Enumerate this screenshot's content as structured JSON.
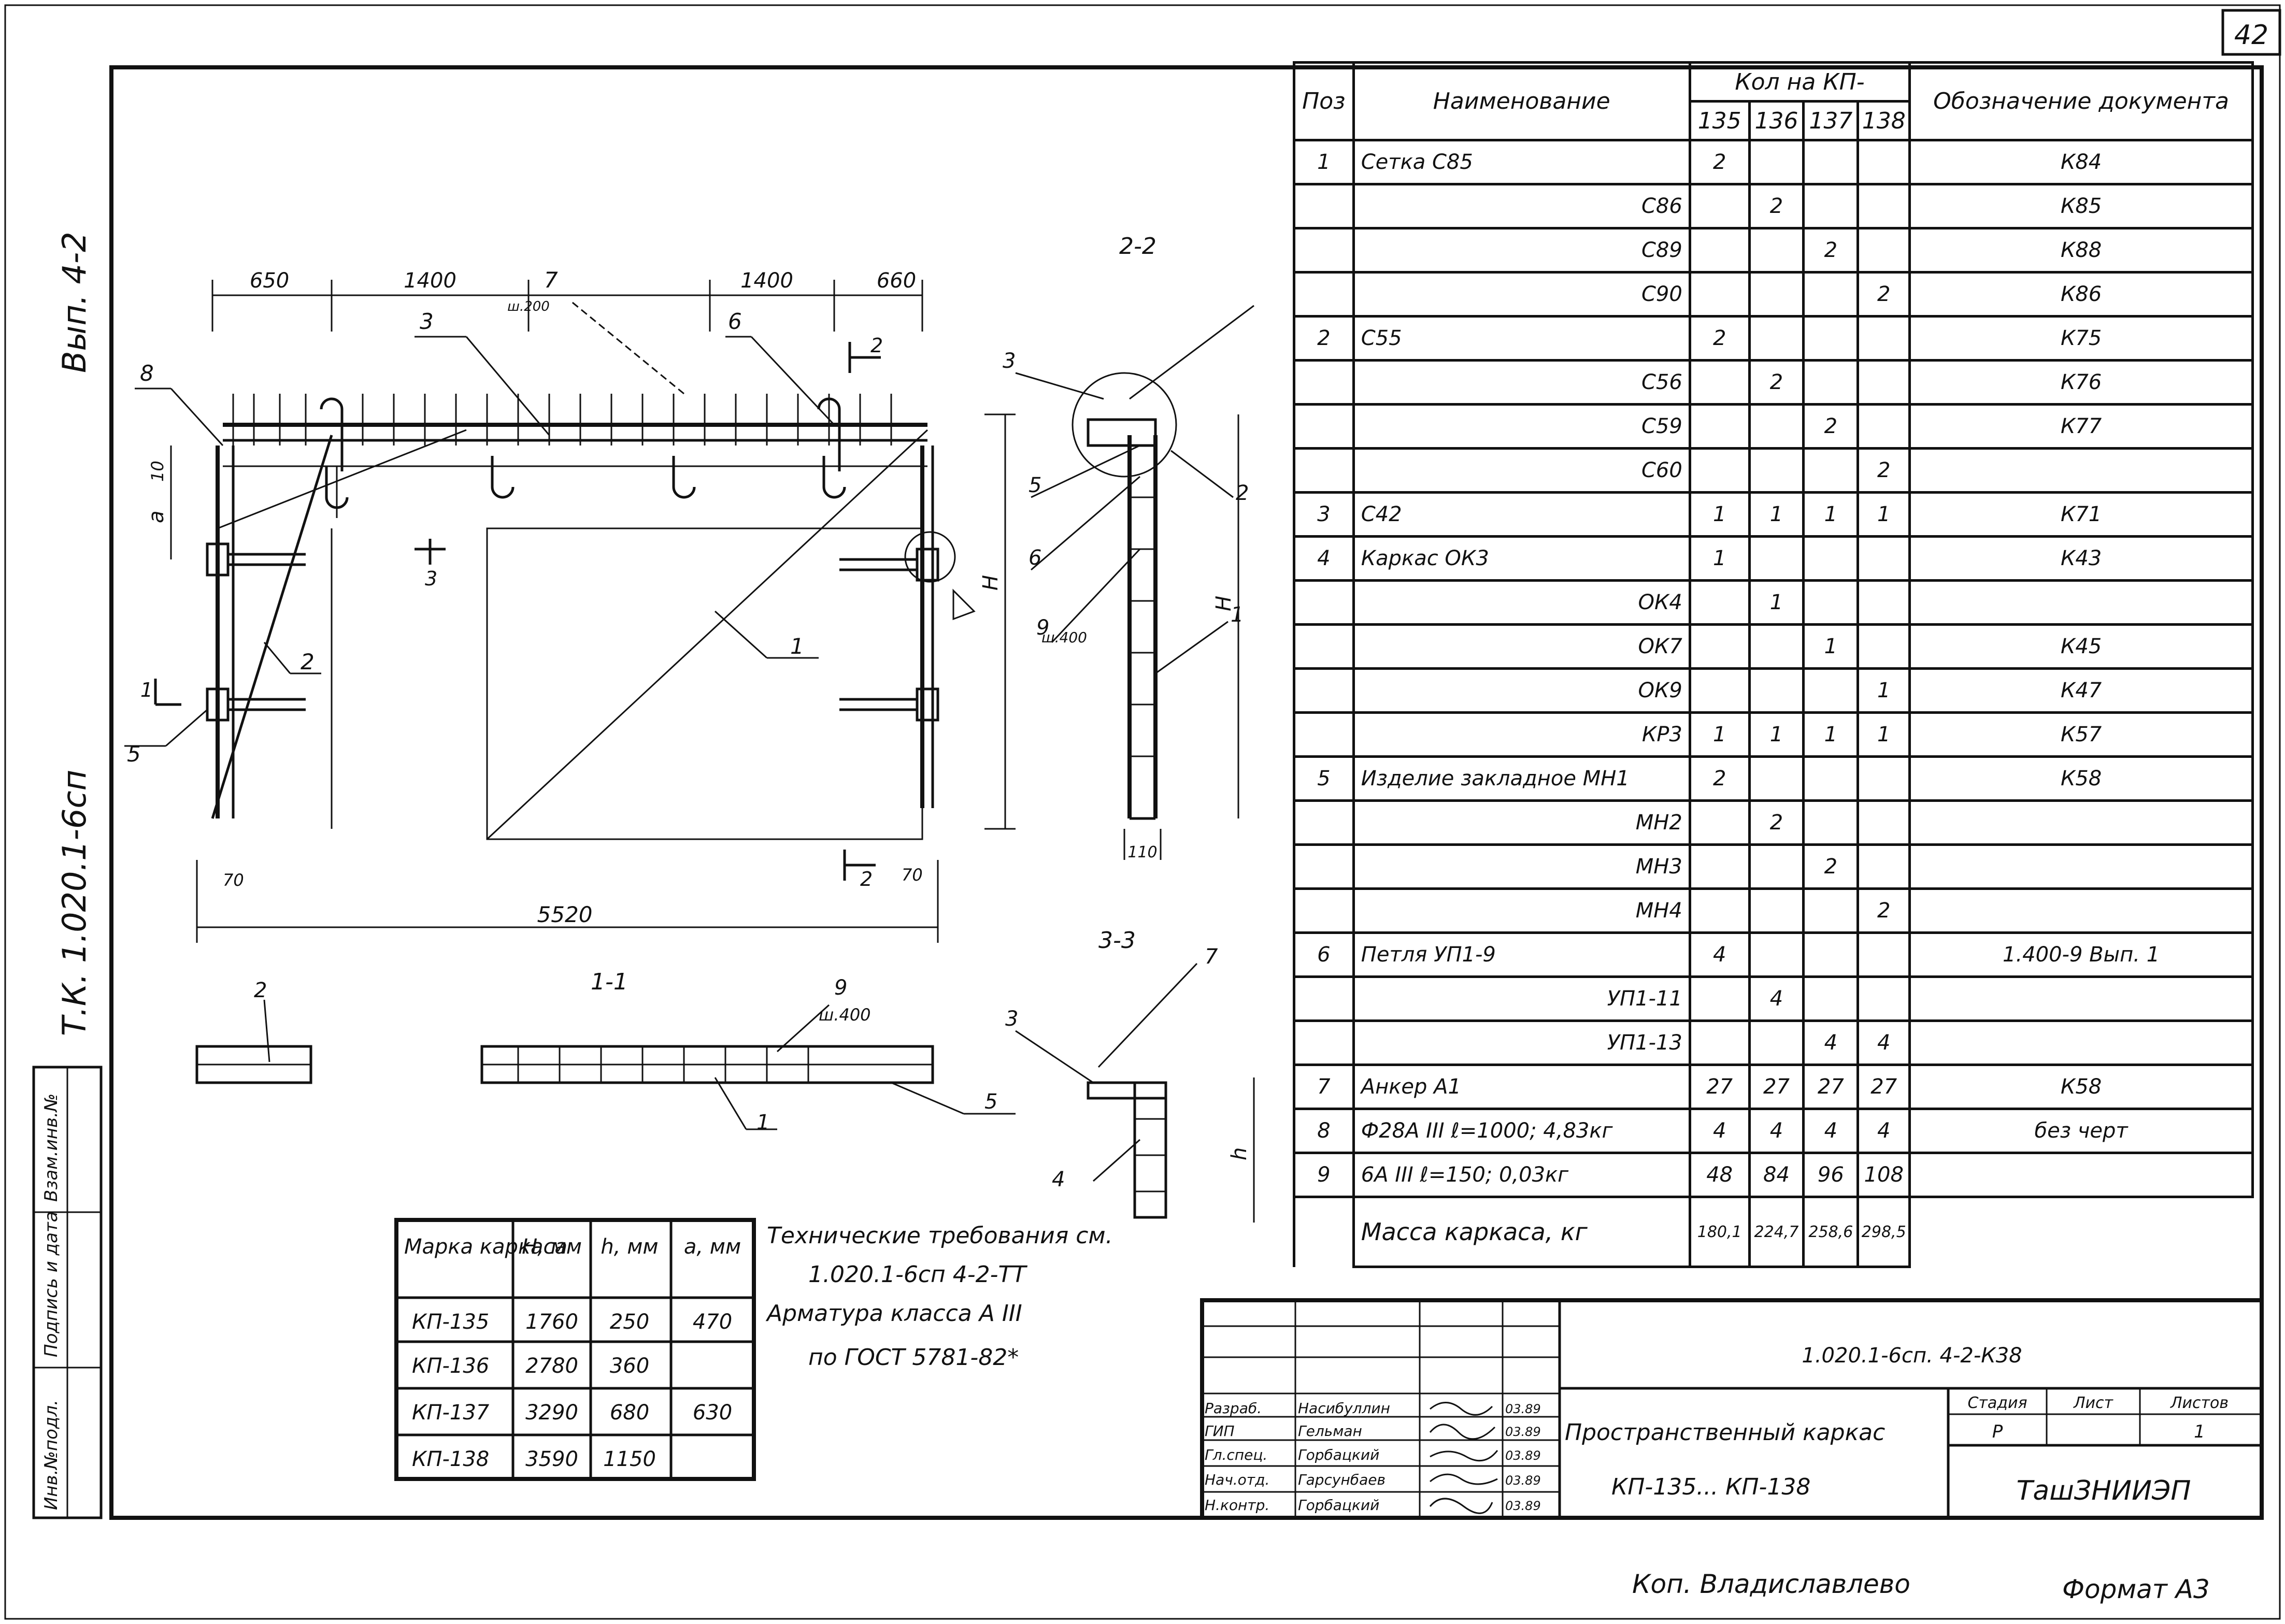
{
  "page": {
    "number": "42",
    "vypusk_label": "Вып. 4-2",
    "series_label": "Т.К. 1.020.1-6сп",
    "format": "Формат А3",
    "copied_by": "Коп. Владиславлево"
  },
  "side_stamp": {
    "inv_podl": "Инв.№подл.",
    "podpis": "Подпись и дата",
    "vzam": "Взам.инв.№"
  },
  "drawing": {
    "dims_top": [
      "650",
      "1400",
      "1400",
      "660"
    ],
    "total_width": "5520",
    "small_dims": [
      "10",
      "70",
      "70",
      "110"
    ],
    "letters": {
      "a": "а",
      "H": "Н",
      "h": "h"
    },
    "pitch_labels": [
      "ш.200",
      "ш.400",
      "ш.400"
    ],
    "section_labels": [
      "2-2",
      "1-1",
      "3-3"
    ],
    "callouts": [
      "1",
      "2",
      "3",
      "4",
      "5",
      "6",
      "7",
      "8",
      "9"
    ]
  },
  "params_table": {
    "headers": [
      "Марка каркаса",
      "Н, мм",
      "h, мм",
      "а, мм"
    ],
    "rows": [
      [
        "КП-135",
        "1760",
        "250",
        "470"
      ],
      [
        "КП-136",
        "2780",
        "360",
        ""
      ],
      [
        "КП-137",
        "3290",
        "680",
        "630"
      ],
      [
        "КП-138",
        "3590",
        "1150",
        ""
      ]
    ]
  },
  "notes": [
    "Технические требования см.",
    "1.020.1-6сп 4-2-ТТ",
    "Арматура класса А III",
    "по ГОСТ 5781-82*"
  ],
  "spec_table": {
    "headers": {
      "pos": "Поз",
      "name": "Наименование",
      "qty": "Кол на КП-",
      "doc": "Обозначение документа"
    },
    "qty_cols": [
      "135",
      "136",
      "137",
      "138"
    ],
    "rows": [
      {
        "pos": "1",
        "name": "Сетка С85",
        "q": [
          "2",
          "",
          "",
          ""
        ],
        "doc": "К84"
      },
      {
        "pos": "",
        "name": "С86",
        "q": [
          "",
          "2",
          "",
          ""
        ],
        "doc": "К85"
      },
      {
        "pos": "",
        "name": "С89",
        "q": [
          "",
          "",
          "2",
          ""
        ],
        "doc": "К88"
      },
      {
        "pos": "",
        "name": "С90",
        "q": [
          "",
          "",
          "",
          "2"
        ],
        "doc": "К86"
      },
      {
        "pos": "2",
        "name": "С55",
        "q": [
          "2",
          "",
          "",
          ""
        ],
        "doc": "К75"
      },
      {
        "pos": "",
        "name": "С56",
        "q": [
          "",
          "2",
          "",
          ""
        ],
        "doc": "К76"
      },
      {
        "pos": "",
        "name": "С59",
        "q": [
          "",
          "",
          "2",
          ""
        ],
        "doc": "К77"
      },
      {
        "pos": "",
        "name": "С60",
        "q": [
          "",
          "",
          "",
          "2"
        ],
        "doc": ""
      },
      {
        "pos": "3",
        "name": "С42",
        "q": [
          "1",
          "1",
          "1",
          "1"
        ],
        "doc": "К71"
      },
      {
        "pos": "4",
        "name": "Каркас ОК3",
        "q": [
          "1",
          "",
          "",
          ""
        ],
        "doc": "К43"
      },
      {
        "pos": "",
        "name": "ОК4",
        "q": [
          "",
          "1",
          "",
          ""
        ],
        "doc": ""
      },
      {
        "pos": "",
        "name": "ОК7",
        "q": [
          "",
          "",
          "1",
          ""
        ],
        "doc": "К45"
      },
      {
        "pos": "",
        "name": "ОК9",
        "q": [
          "",
          "",
          "",
          "1"
        ],
        "doc": "К47"
      },
      {
        "pos": "",
        "name": "КР3",
        "q": [
          "1",
          "1",
          "1",
          "1"
        ],
        "doc": "К57"
      },
      {
        "pos": "5",
        "name": "Изделие закладное МН1",
        "q": [
          "2",
          "",
          "",
          ""
        ],
        "doc": "К58"
      },
      {
        "pos": "",
        "name": "МН2",
        "q": [
          "",
          "2",
          "",
          ""
        ],
        "doc": ""
      },
      {
        "pos": "",
        "name": "МН3",
        "q": [
          "",
          "",
          "2",
          ""
        ],
        "doc": ""
      },
      {
        "pos": "",
        "name": "МН4",
        "q": [
          "",
          "",
          "",
          "2"
        ],
        "doc": ""
      },
      {
        "pos": "6",
        "name": "Петля УП1-9",
        "q": [
          "4",
          "",
          "",
          ""
        ],
        "doc": "1.400-9 Вып. 1"
      },
      {
        "pos": "",
        "name": "УП1-11",
        "q": [
          "",
          "4",
          "",
          ""
        ],
        "doc": ""
      },
      {
        "pos": "",
        "name": "УП1-13",
        "q": [
          "",
          "",
          "4",
          "4"
        ],
        "doc": ""
      },
      {
        "pos": "7",
        "name": "Анкер А1",
        "q": [
          "27",
          "27",
          "27",
          "27"
        ],
        "doc": "К58"
      },
      {
        "pos": "8",
        "name": "Ф28А III ℓ=1000; 4,83кг",
        "q": [
          "4",
          "4",
          "4",
          "4"
        ],
        "doc": "без черт"
      },
      {
        "pos": "9",
        "name": "6А III ℓ=150; 0,03кг",
        "q": [
          "48",
          "84",
          "96",
          "108"
        ],
        "doc": ""
      }
    ],
    "mass_label": "Масса каркаса, кг",
    "mass": [
      "180,1",
      "224,7",
      "258,6",
      "298,5"
    ]
  },
  "title_block": {
    "doc_code": "1.020.1-6сп. 4-2-К38",
    "title": "Пространственный каркас",
    "subtitle": "КП-135... КП-138",
    "org": "ТашЗНИИЭП",
    "stage_headers": [
      "Стадия",
      "Лист",
      "Листов"
    ],
    "stage_values": [
      "Р",
      "",
      "1"
    ],
    "signers": [
      {
        "role": "Разраб.",
        "name": "Насибуллин",
        "date": "03.89"
      },
      {
        "role": "ГИП",
        "name": "Гельман",
        "date": "03.89"
      },
      {
        "role": "Гл.спец.",
        "name": "Горбацкий",
        "date": "03.89"
      },
      {
        "role": "Нач.отд.",
        "name": "Гарсунбаев",
        "date": "03.89"
      },
      {
        "role": "Н.контр.",
        "name": "Горбацкий",
        "date": "03.89"
      }
    ]
  }
}
